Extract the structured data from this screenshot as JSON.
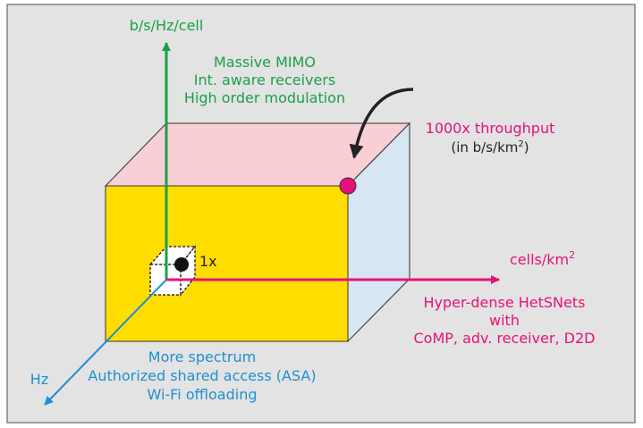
{
  "colors": {
    "panel_bg": "#e3e3e3",
    "border": "#6b6b6b",
    "box_front": "#ffdd00",
    "box_top": "#f9cfd6",
    "box_side": "#d6e6f2",
    "green": "#1aa04a",
    "pink": "#e5117a",
    "blue": "#1f8fd0",
    "dark": "#222222"
  },
  "axes": {
    "vertical": {
      "label": "b/s/Hz/cell",
      "techniques": [
        "Massive MIMO",
        "Int. aware receivers",
        "High order modulation"
      ]
    },
    "horizontal": {
      "label": "cells/km",
      "label_sup": "2",
      "techniques": [
        "Hyper-dense HetSNets",
        "with",
        "CoMP, adv. receiver, D2D"
      ]
    },
    "depth": {
      "label": "Hz",
      "techniques": [
        "More spectrum",
        "Authorized shared access (ASA)",
        "Wi-Fi offloading"
      ]
    }
  },
  "origin_label": "1x",
  "target": {
    "line1": "1000x throughput",
    "line2_prefix": "(in b/s/km",
    "line2_sup": "2",
    "line2_suffix": ")"
  }
}
